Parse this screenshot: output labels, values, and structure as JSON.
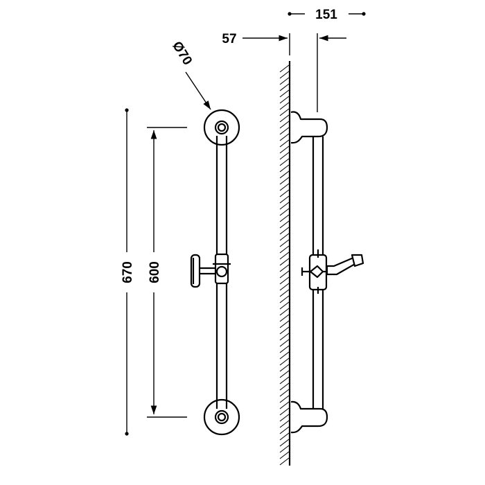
{
  "dimensions": {
    "depth": "151",
    "offset": "57",
    "diameter": "Ø70",
    "overall_height": "670",
    "center_distance": "600"
  },
  "colors": {
    "line": "#000000",
    "background": "#ffffff"
  }
}
